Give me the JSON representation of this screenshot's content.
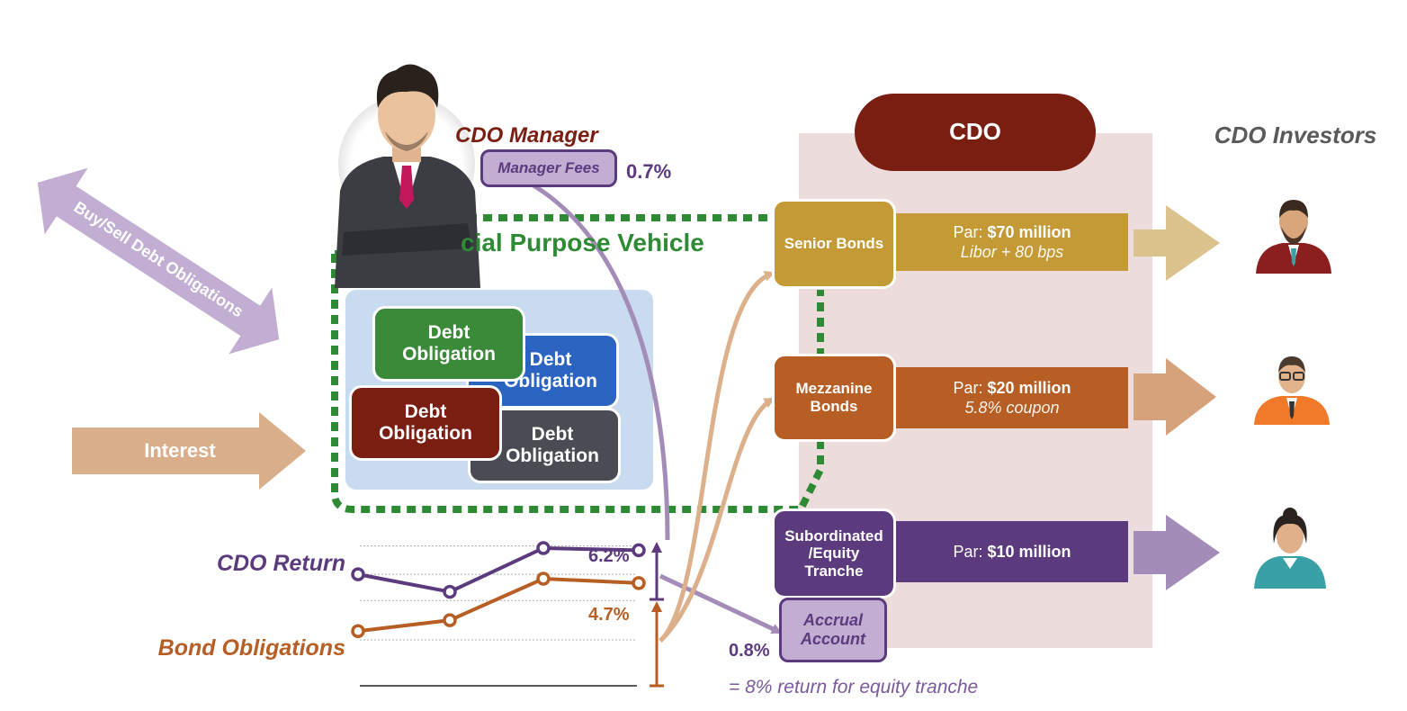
{
  "manager": {
    "title": "CDO Manager",
    "fees_label": "Manager Fees",
    "fees_pct": "0.7%"
  },
  "spv": {
    "label": "Special Purpose Vehicle",
    "label_visible": "cial Purpose Vehicle"
  },
  "buy_sell_label": "Buy/Sell Debt Obligations",
  "interest_label": "Interest",
  "debt_obligations": [
    {
      "label": "Debt Obligation",
      "color": "#3a8a3a"
    },
    {
      "label": "Debt Obligation",
      "color": "#2b64c0"
    },
    {
      "label": "Debt Obligation",
      "color": "#7a1e12"
    },
    {
      "label": "Debt Obligation",
      "color": "#4a4c54"
    }
  ],
  "cdo": {
    "title": "CDO"
  },
  "investors_title": "CDO Investors",
  "tranches": [
    {
      "name": "Senior Bonds",
      "par_prefix": "Par: ",
      "par_value": "$70 million",
      "detail": "Libor + 80 bps",
      "color": "#c39a36",
      "arrow_color": "#dcc38e"
    },
    {
      "name": "Mezzanine Bonds",
      "par_prefix": "Par: ",
      "par_value": "$20 million",
      "detail": "5.8% coupon",
      "color": "#b75e24",
      "arrow_color": "#d6a27c"
    },
    {
      "name": "Subordinated /Equity Tranche",
      "par_prefix": "Par: ",
      "par_value": "$10 million",
      "detail": "",
      "color": "#5b3a7e",
      "arrow_color": "#a48cb8"
    }
  ],
  "accrual": {
    "label": "Accrual Account",
    "pct": "0.8%",
    "note": "= 8% return for equity tranche"
  },
  "chart_data": {
    "type": "line",
    "x": [
      1,
      2,
      3,
      4
    ],
    "series": [
      {
        "name": "CDO Return",
        "values": [
          5.1,
          4.3,
          6.3,
          6.2
        ],
        "end_label": "6.2%",
        "color": "#5b3a7e"
      },
      {
        "name": "Bond Obligations",
        "values": [
          2.5,
          3.0,
          4.9,
          4.7
        ],
        "end_label": "4.7%",
        "color": "#b75e24"
      }
    ],
    "ylim": [
      0,
      7
    ],
    "grid": true
  },
  "colors": {
    "spv_green": "#2e8a34",
    "purple": "#5b3a7e",
    "orange": "#b75e24",
    "cdo_panel": "#ecdcdb",
    "cdo_title": "#7a1e12"
  }
}
